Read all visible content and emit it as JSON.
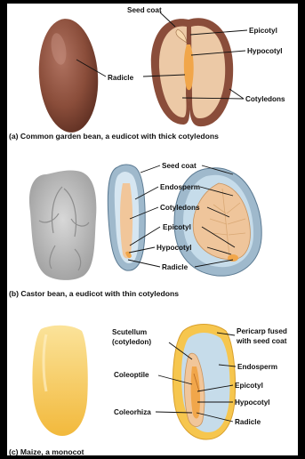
{
  "section_a": {
    "caption": "(a) Common garden bean, a eudicot with thick cotyledons",
    "labels": {
      "seed_coat": "Seed coat",
      "epicotyl": "Epicotyl",
      "hypocotyl": "Hypocotyl",
      "radicle": "Radicle",
      "cotyledons": "Cotyledons"
    }
  },
  "section_b": {
    "caption": "(b) Castor bean, a eudicot with thin cotyledons",
    "labels": {
      "seed_coat": "Seed coat",
      "endosperm": "Endosperm",
      "cotyledons": "Cotyledons",
      "epicotyl": "Epicotyl",
      "hypocotyl": "Hypocotyl",
      "radicle": "Radicle"
    }
  },
  "section_c": {
    "caption": "(c) Maize, a monocot",
    "labels": {
      "scutellum_line1": "Scutellum",
      "scutellum_line2": "(cotyledon)",
      "coleoptile": "Coleoptile",
      "coleorhiza": "Coleorhiza",
      "pericarp_line1": "Pericarp fused",
      "pericarp_line2": "with seed coat",
      "endosperm": "Endosperm",
      "epicotyl": "Epicotyl",
      "hypocotyl": "Hypocotyl",
      "radicle": "Radicle"
    }
  },
  "colors": {
    "background": "#000000",
    "panel": "#ffffff",
    "bean_brown": "#8a4d3a",
    "bean_flesh": "#ecc9a6",
    "castor_gray": "#b9b9b9",
    "endosperm_blue": "#c6dcea",
    "maize_yellow": "#f6c64e",
    "embryo_orange": "#f1a64a",
    "leader_line": "#111111"
  }
}
